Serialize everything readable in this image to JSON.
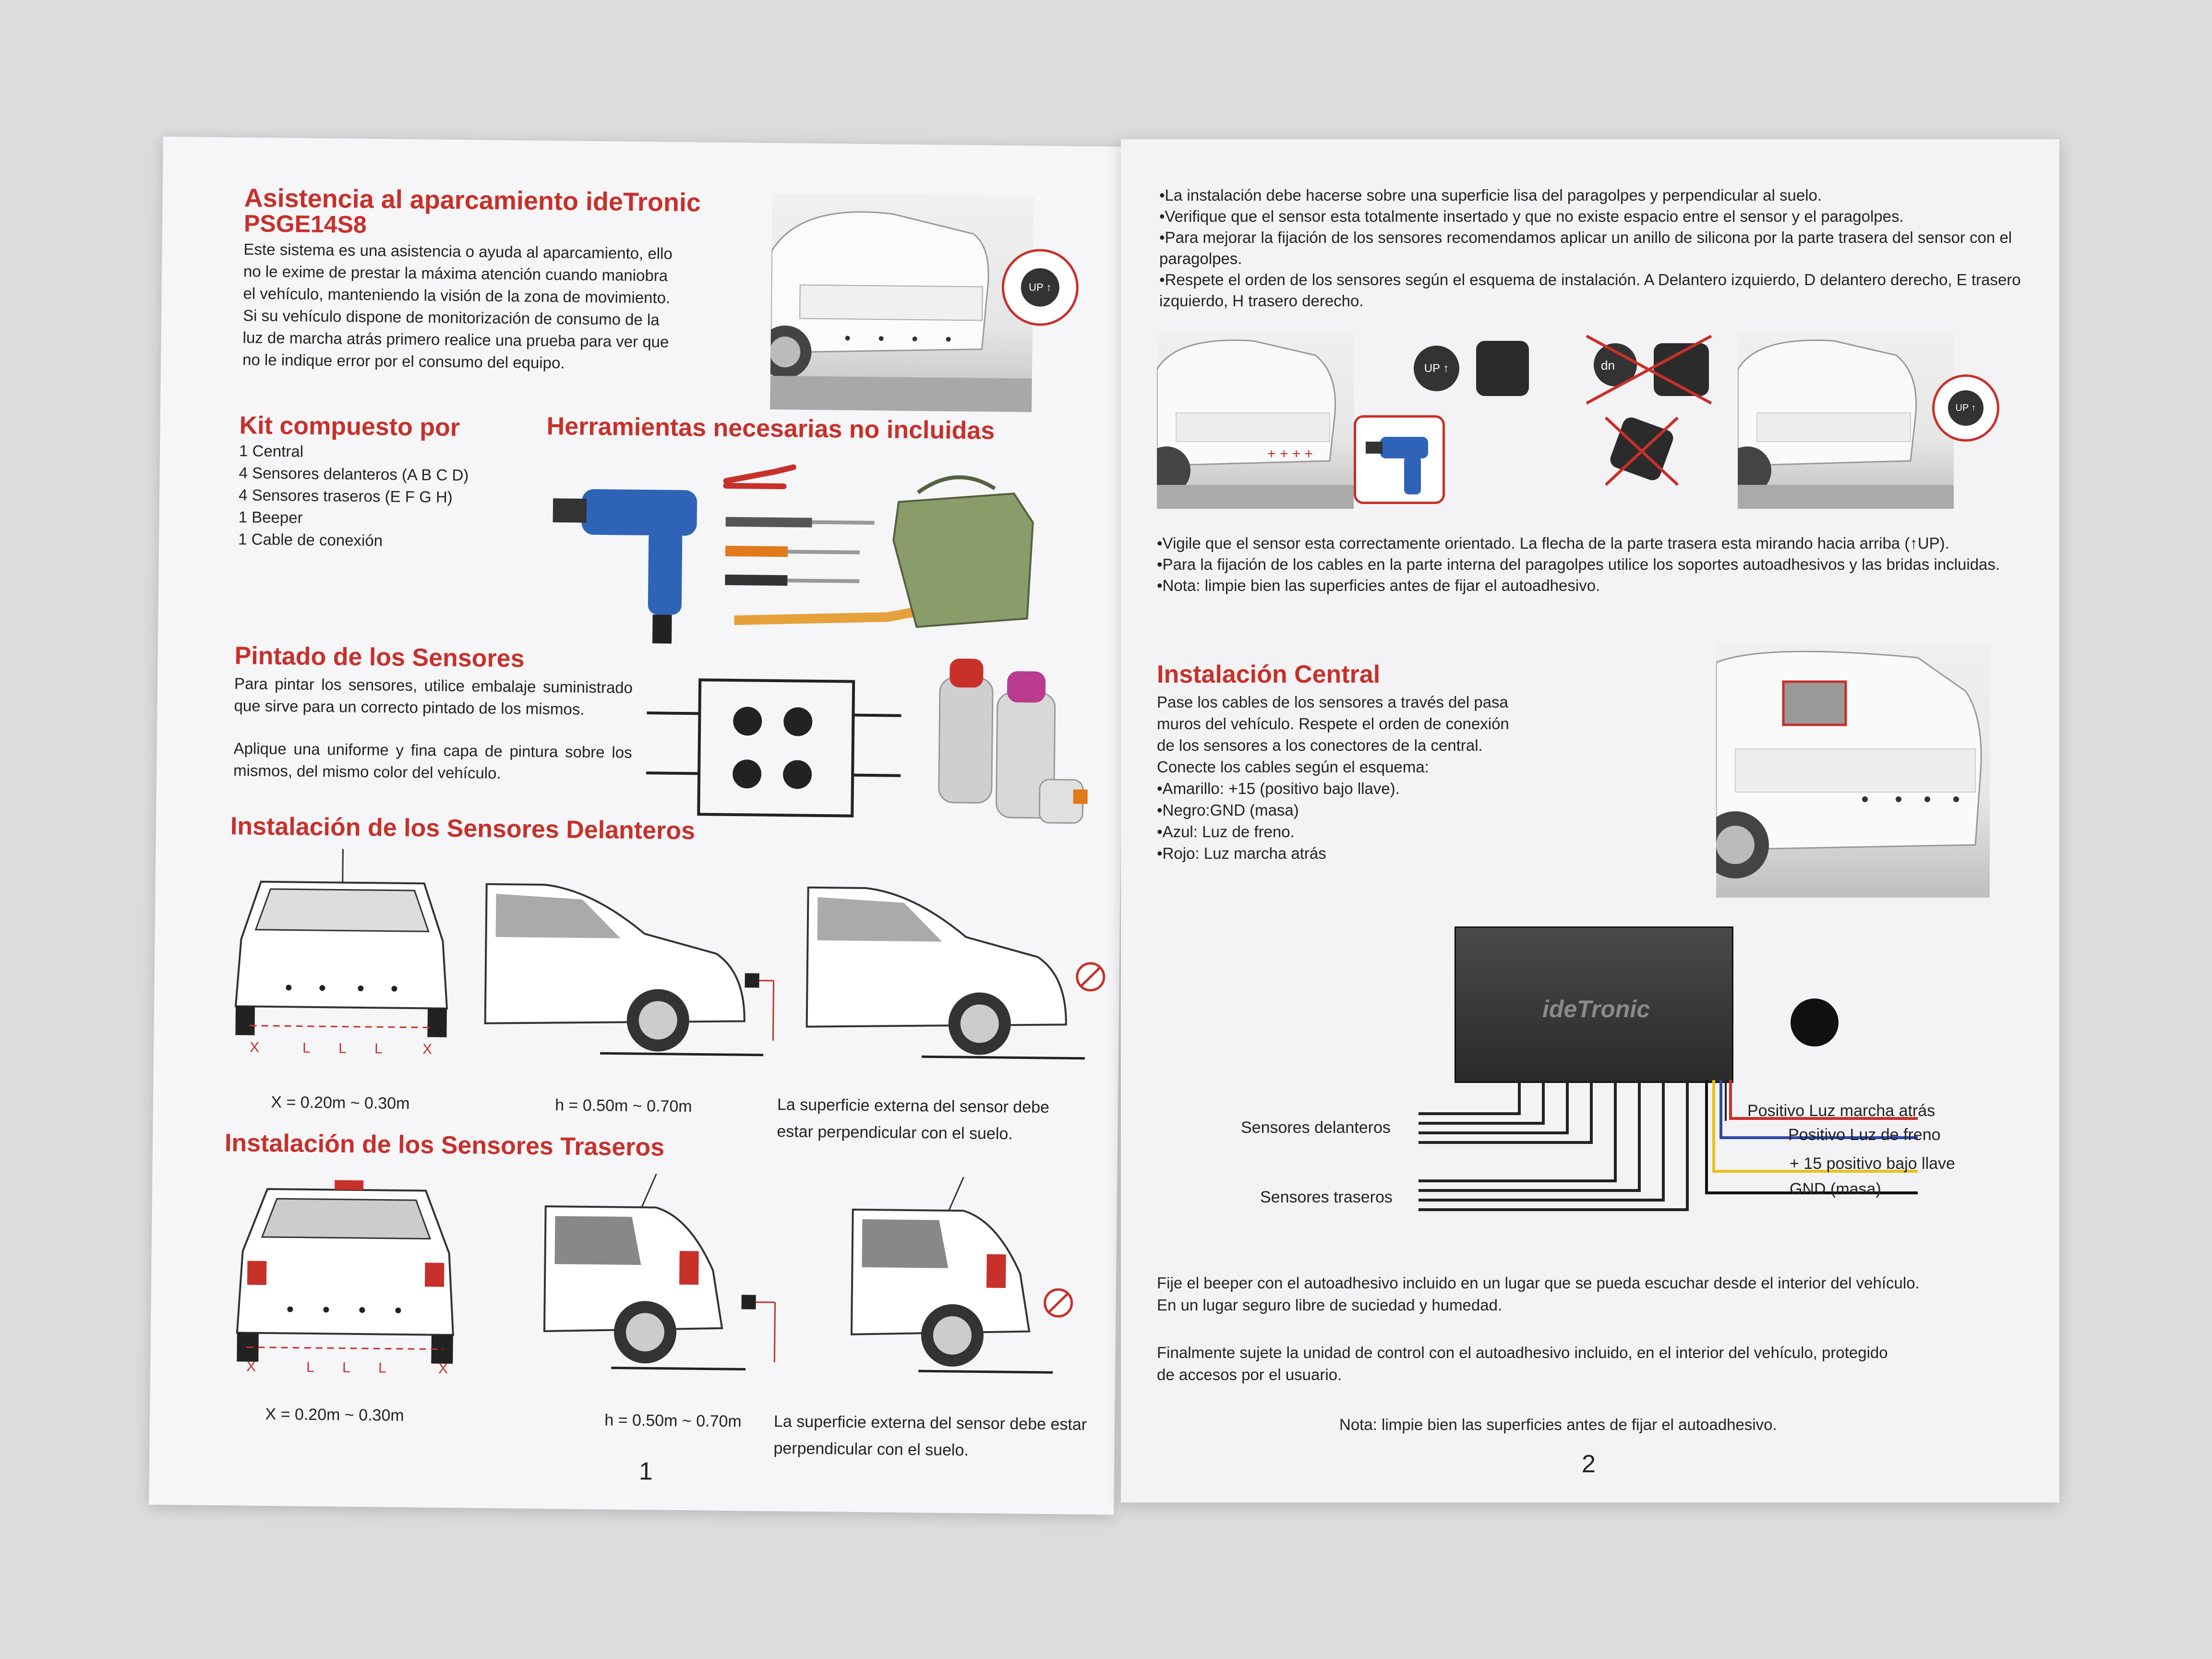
{
  "left_page": {
    "title": "Asistencia al aparcamiento ideTronic",
    "model": "PSGE14S8",
    "intro": "Este sistema es una asistencia o ayuda al aparcamiento, ello\nno le exime de prestar la máxima atención cuando maniobra\nel vehículo, manteniendo la visión de la zona de movimiento.\nSi su vehículo dispone de monitorización de consumo de la\nluz de marcha atrás primero realice una prueba para ver que\nno le indique error por el consumo del equipo.",
    "kit_title": "Kit compuesto por",
    "kit_items": [
      "1 Central",
      "4 Sensores delanteros (A B C D)",
      "4 Sensores traseros (E F G H)",
      "1 Beeper",
      "1 Cable de conexión"
    ],
    "tools_title": "Herramientas necesarias no incluidas",
    "paint_title": "Pintado de los Sensores",
    "paint_text_1": "Para pintar los sensores, utilice embalaje suministrado que sirve para un correcto pintado de los mismos.",
    "paint_text_2": "Aplique una uniforme y fina capa de pintura sobre los mismos, del mismo color del vehículo.",
    "front_title": "Instalación de los Sensores Delanteros",
    "front_cap_x": "X = 0.20m ~ 0.30m",
    "front_cap_h": "h = 0.50m ~ 0.70m",
    "front_cap_surface": "La superficie externa del sensor debe estar perpendicular con el suelo.",
    "rear_title": "Instalación de los Sensores Traseros",
    "rear_cap_x": "X = 0.20m ~ 0.30m",
    "rear_cap_h": "h = 0.50m ~ 0.70m",
    "rear_cap_surface": "La superficie externa del sensor debe estar perpendicular con el suelo.",
    "dim_x": "X",
    "dim_l": "L",
    "page_number": "1",
    "up_label": "UP"
  },
  "right_page": {
    "bullets_top": [
      "•La instalación debe hacerse sobre una superficie lisa del paragolpes y perpendicular al suelo.",
      "•Verifique que el sensor esta totalmente insertado y que no existe espacio entre el sensor y el paragolpes.",
      "•Para mejorar la fijación de los sensores recomendamos aplicar un anillo de silicona por la parte trasera del sensor con el paragolpes.",
      "•Respete el orden de los sensores según el esquema de instalación. A Delantero izquierdo, D delantero derecho, E trasero izquierdo, H trasero derecho."
    ],
    "bullets_mid": [
      "•Vigile que el sensor esta correctamente orientado. La  flecha de la parte trasera esta mirando hacia arriba (↑UP).",
      "•Para la fijación de los cables en la parte interna del paragolpes utilice los soportes autoadhesivos y las bridas incluidas.",
      "•Nota: limpie bien las superficies antes de fijar el autoadhesivo."
    ],
    "central_title": "Instalación Central",
    "central_text": "Pase los cables de los sensores a través del pasa\nmuros del vehículo. Respete el orden de conexión\nde los sensores a los conectores de la central.\nConecte los cables según el esquema:\n•Amarillo: +15 (positivo bajo llave).\n•Negro:GND (masa)\n•Azul: Luz de freno.\n•Rojo: Luz marcha atrás",
    "brand": "ideTronic",
    "label_front": "Sensores delanteros",
    "label_rear": "Sensores traseros",
    "wire_reverse": "Positivo Luz marcha atrás",
    "wire_brake": "Positivo Luz de freno",
    "wire_ignition": "+ 15 positivo bajo llave",
    "wire_gnd": "GND (masa)",
    "bottom_1": "Fije el beeper con el autoadhesivo incluido en un lugar que se pueda escuchar desde el interior del vehículo.\nEn un lugar seguro libre de suciedad y humedad.",
    "bottom_2": "Finalmente sujete la unidad de control con el autoadhesivo incluido, en el interior del vehículo, protegido\nde accesos por el usuario.",
    "note": "Nota: limpie bien las superficies antes de fijar el autoadhesivo.",
    "page_number": "2",
    "up_label": "UP",
    "up_label_flipped": "dn"
  },
  "colors": {
    "heading_red": "#c8302a",
    "wire_red": "#c8302a",
    "wire_blue": "#2c4aa8",
    "wire_yellow": "#e8c21a",
    "wire_black": "#111111"
  }
}
